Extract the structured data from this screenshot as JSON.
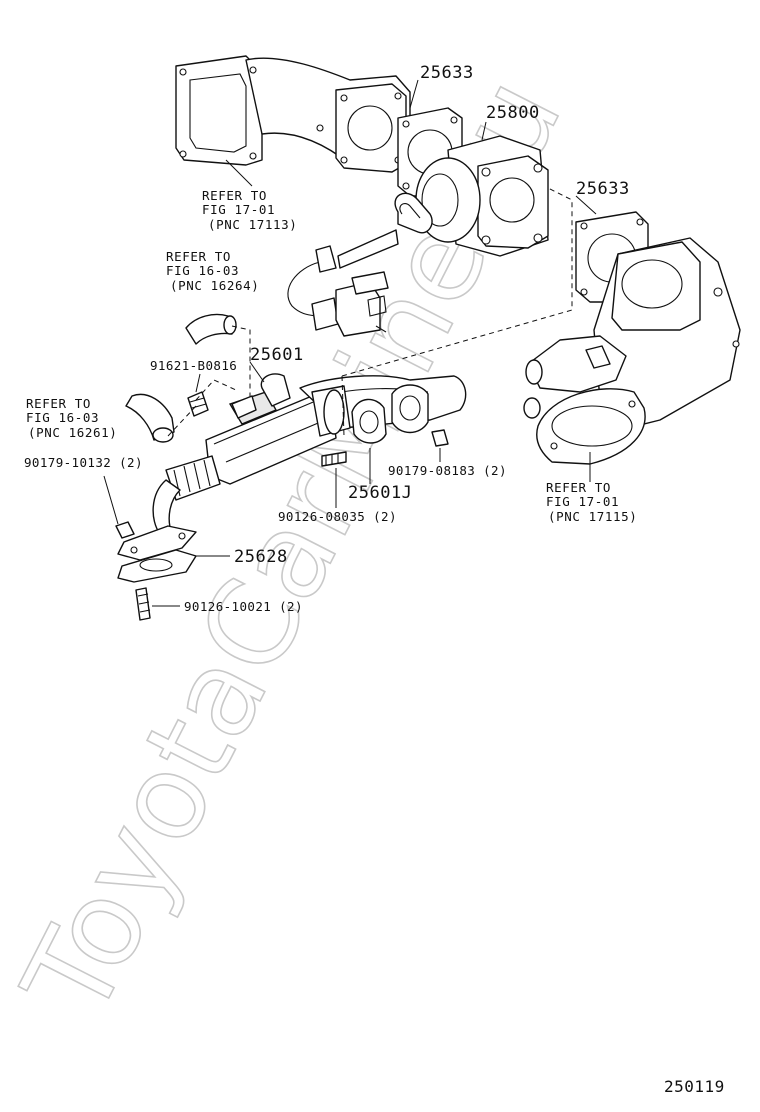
{
  "diagram_id": "250119",
  "watermark": "ToyotaCarMine.ru",
  "part_numbers": {
    "p25633_top": "25633",
    "p25800": "25800",
    "p25633_right": "25633",
    "p25601": "25601",
    "p25601J": "25601J",
    "p25628": "25628",
    "bolt_91621": "91621-B0816",
    "nut_90179_10132": "90179-10132 (2)",
    "nut_90179_08183": "90179-08183 (2)",
    "stud_90126_08035": "90126-08035 (2)",
    "stud_90126_10021": "90126-10021 (2)"
  },
  "references": {
    "ref_top": {
      "line1": "REFER TO",
      "line2": "FIG 17-01",
      "line3": "(PNC 17113)"
    },
    "ref_hose": {
      "line1": "REFER TO",
      "line2": "FIG 16-03",
      "line3": "(PNC 16264)"
    },
    "ref_left": {
      "line1": "REFER TO",
      "line2": "FIG 16-03",
      "line3": "(PNC 16261)"
    },
    "ref_right": {
      "line1": "REFER TO",
      "line2": "FIG 17-01",
      "line3": "(PNC 17115)"
    }
  }
}
